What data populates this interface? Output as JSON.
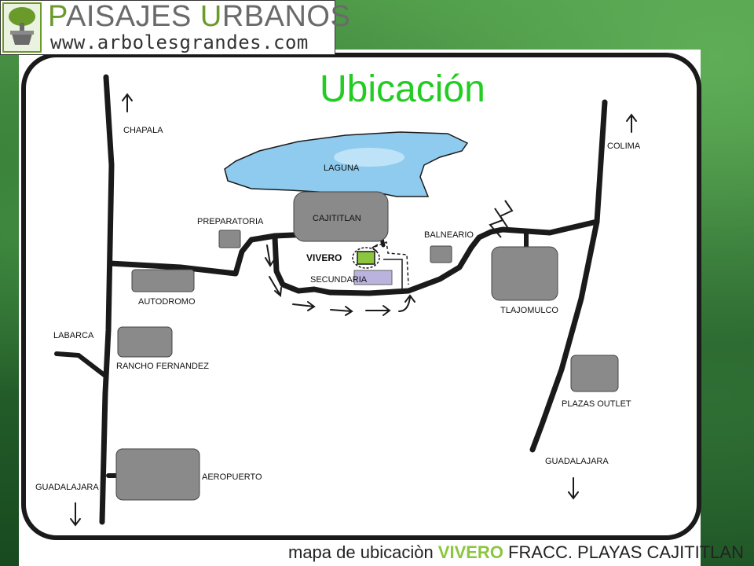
{
  "logo": {
    "brand_first": "P",
    "brand_mid": "AISAJES ",
    "brand_u": "U",
    "brand_rest": "RBANOS",
    "url": "www.arbolesgrandes.com"
  },
  "title": "Ubicación",
  "caption": {
    "part1": "mapa de ubicaciòn ",
    "highlight": "VIVERO",
    "part2": " FRACC. PLAYAS CAJITITLAN"
  },
  "places": {
    "chapala": "CHAPALA",
    "colima": "COLIMA",
    "laguna": "LAGUNA",
    "cajititlan": "CAJITITLAN",
    "preparatoria": "PREPARATORIA",
    "balneario": "BALNEARIO",
    "vivero": "VIVERO",
    "secundaria": "SECUNDARIA",
    "autodromo": "AUTODROMO",
    "tlajomulco": "TLAJOMULCO",
    "labarca": "LABARCA",
    "rancho": "RANCHO FERNANDEZ",
    "plazas": "PLAZAS OUTLET",
    "guadalajara_left": "GUADALAJARA",
    "guadalajara_right": "GUADALAJARA",
    "aeropuerto": "AEROPUERTO"
  },
  "colors": {
    "title": "#22cc22",
    "road": "#1a1a1a",
    "block": "#8a8a8a",
    "lake": "#8fcbee",
    "vivero": "#8cc63f",
    "secundaria": "#b9b3dd"
  }
}
